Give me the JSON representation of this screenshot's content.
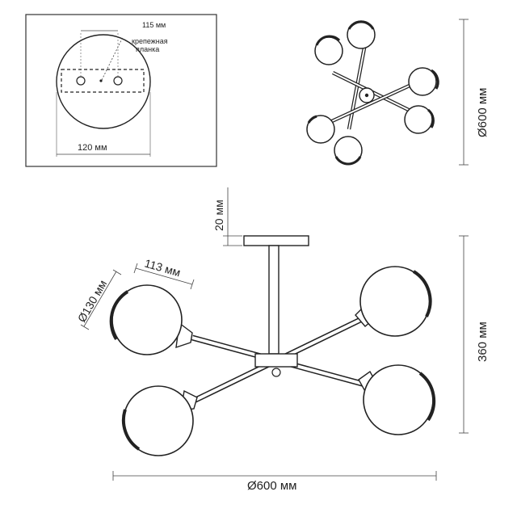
{
  "inset": {
    "spacing_label": "115 мм",
    "plate_label_line1": "крепежная",
    "plate_label_line2": "планка",
    "width_label": "120 мм"
  },
  "top_view": {
    "diameter_label": "Ø600 мм"
  },
  "front_view": {
    "canopy_height_label": "20 мм",
    "shade_length_label": "113 мм",
    "shade_diameter_label": "Ø130 мм",
    "height_label": "360 мм",
    "diameter_label": "Ø600 мм"
  }
}
